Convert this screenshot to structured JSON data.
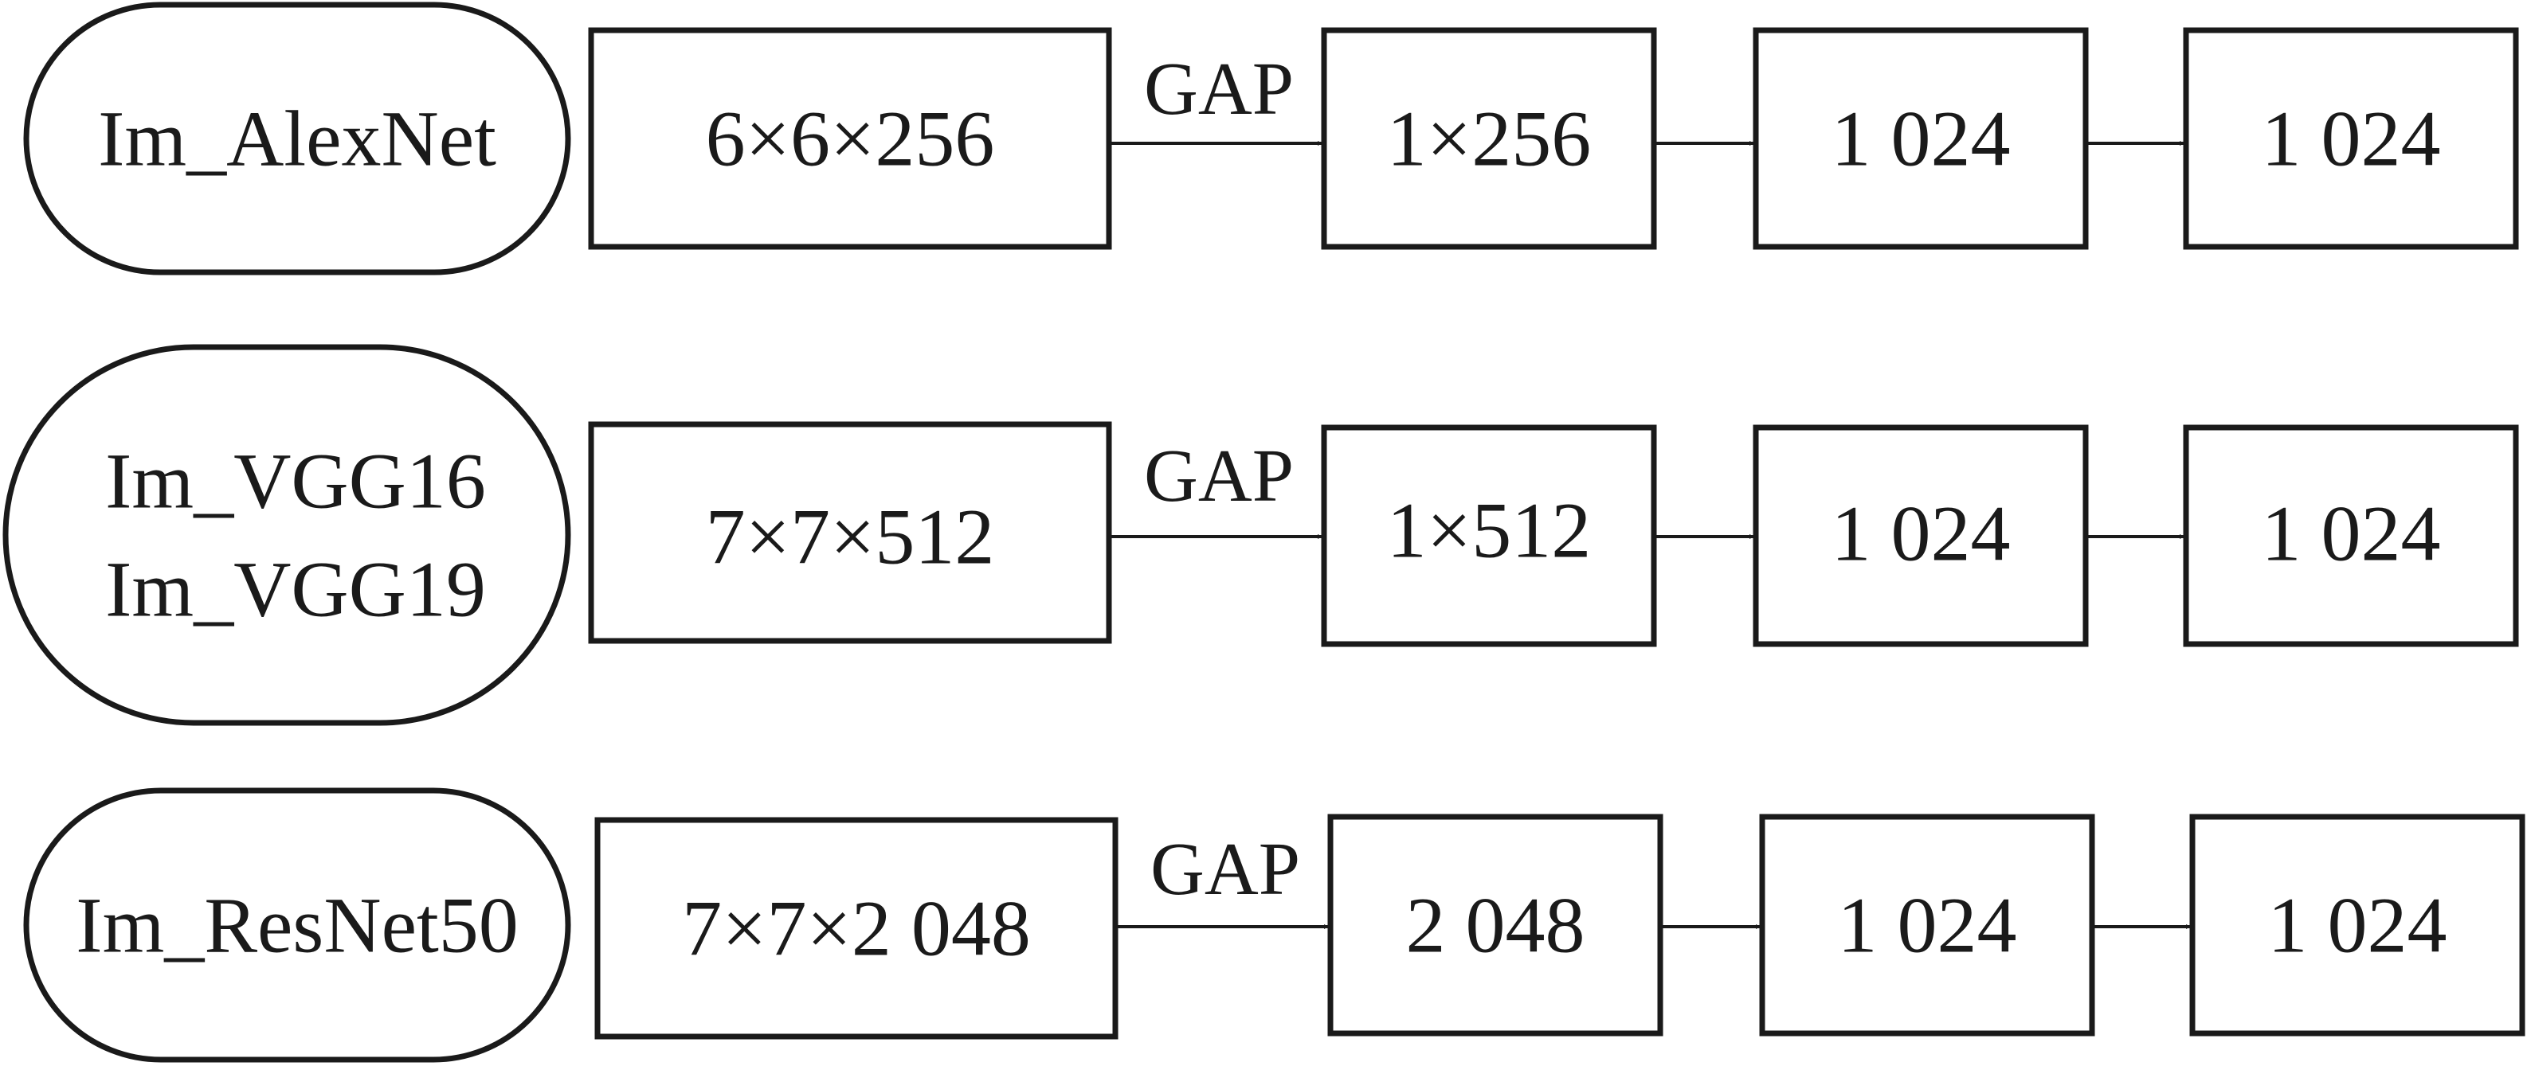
{
  "rows": [
    {
      "model_lines": [
        "Im_AlexNet"
      ],
      "feature_map": "6×6×256",
      "pool_label": "GAP",
      "pooled": "1×256",
      "fc1": "1 024",
      "fc2": "1 024"
    },
    {
      "model_lines": [
        "Im_VGG16",
        "Im_VGG19"
      ],
      "feature_map": "7×7×512",
      "pool_label": "GAP",
      "pooled": "1×512",
      "fc1": "1 024",
      "fc2": "1 024"
    },
    {
      "model_lines": [
        "Im_ResNet50"
      ],
      "feature_map": "7×7×2 048",
      "pool_label": "GAP",
      "pooled": "2 048",
      "fc1": "1 024",
      "fc2": "1 024"
    }
  ]
}
